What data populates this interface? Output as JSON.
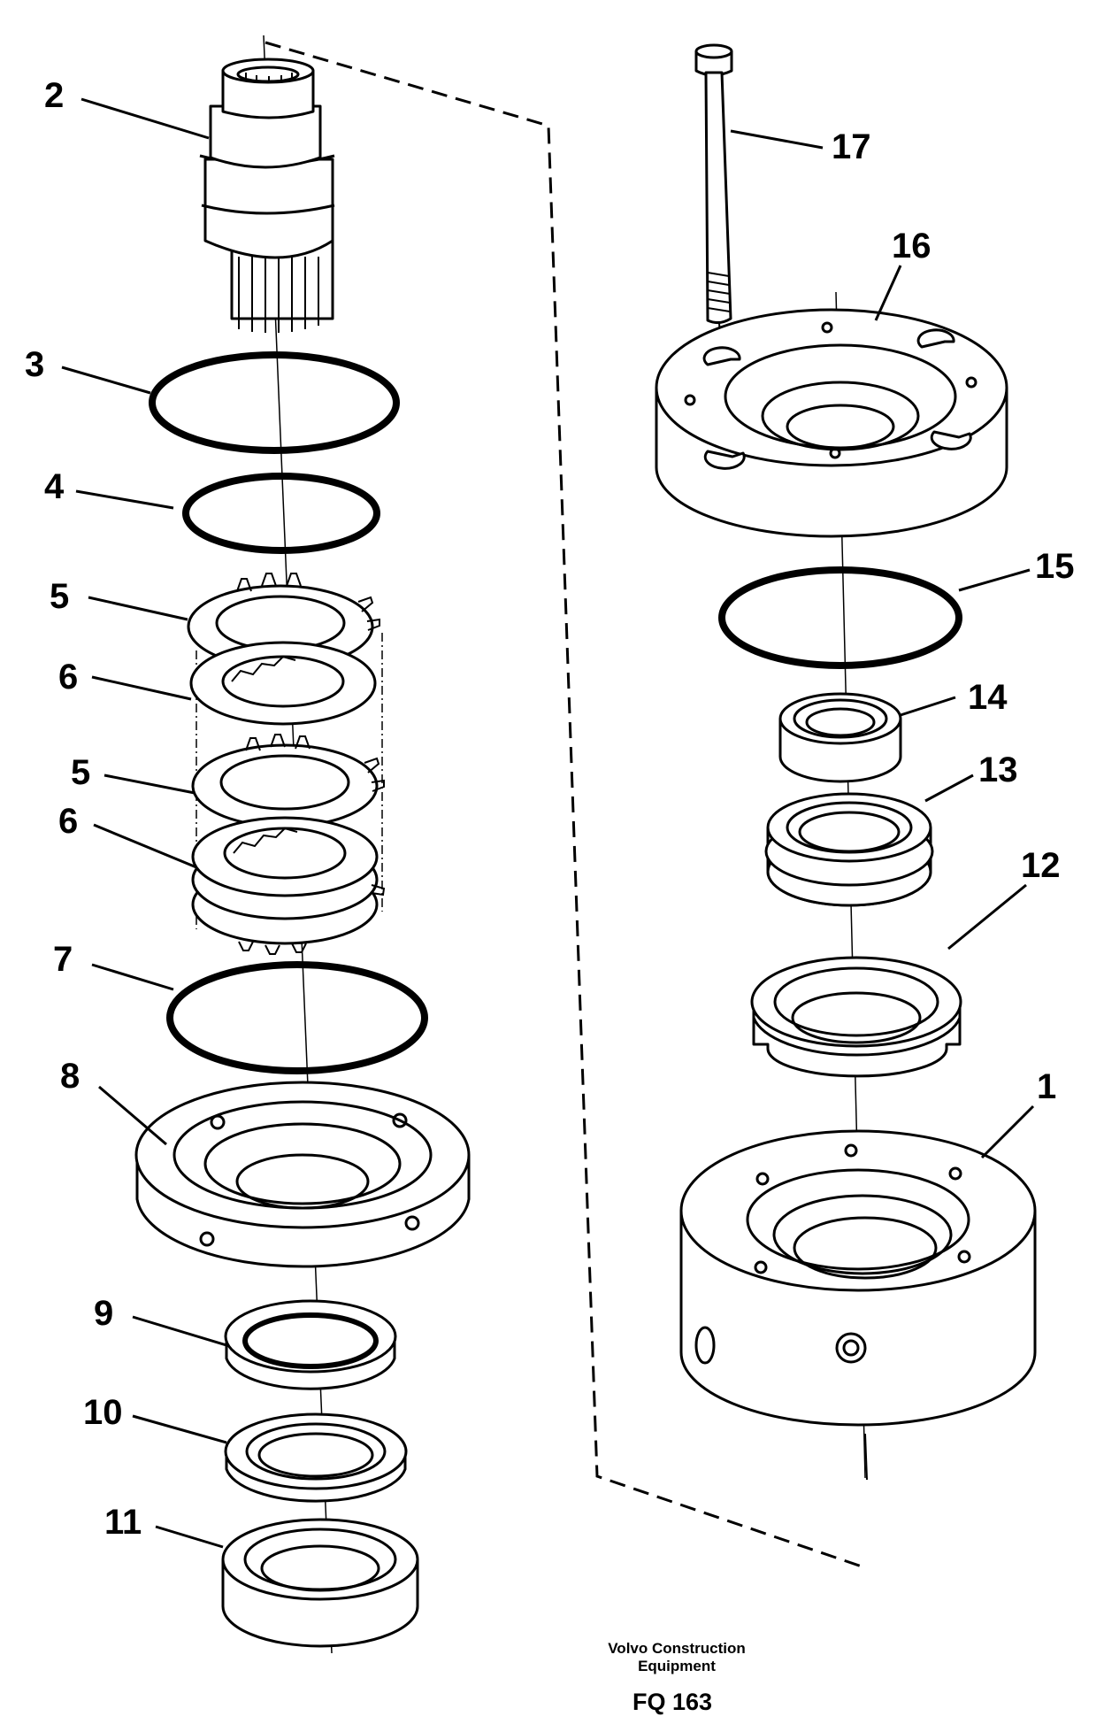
{
  "diagram": {
    "callouts": [
      {
        "id": "c2",
        "label": "2"
      },
      {
        "id": "c3",
        "label": "3"
      },
      {
        "id": "c4",
        "label": "4"
      },
      {
        "id": "c5a",
        "label": "5"
      },
      {
        "id": "c6a",
        "label": "6"
      },
      {
        "id": "c5b",
        "label": "5"
      },
      {
        "id": "c6b",
        "label": "6"
      },
      {
        "id": "c7",
        "label": "7"
      },
      {
        "id": "c8",
        "label": "8"
      },
      {
        "id": "c9",
        "label": "9"
      },
      {
        "id": "c10",
        "label": "10"
      },
      {
        "id": "c11",
        "label": "11"
      },
      {
        "id": "c17",
        "label": "17"
      },
      {
        "id": "c16",
        "label": "16"
      },
      {
        "id": "c15",
        "label": "15"
      },
      {
        "id": "c14",
        "label": "14"
      },
      {
        "id": "c13",
        "label": "13"
      },
      {
        "id": "c12",
        "label": "12"
      },
      {
        "id": "c1",
        "label": "1"
      }
    ]
  },
  "footer": {
    "publisher_line1": "Volvo Construction",
    "publisher_line2": "Equipment",
    "figure_id": "FQ 163"
  }
}
